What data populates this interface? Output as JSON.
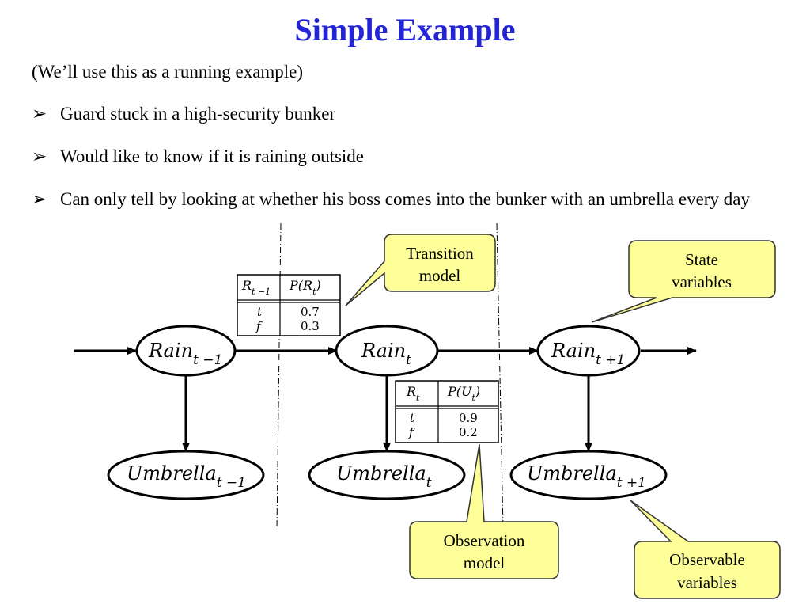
{
  "title": "Simple Example",
  "intro": "(We’ll use this as a running example)",
  "bullets": [
    "Guard stuck in a high-security bunker",
    "Would like to know if it is raining outside",
    "Can only tell by looking at whether his boss comes into the bunker with an umbrella every day"
  ],
  "nodes": {
    "rain_prev": {
      "base": "Rain",
      "sub": "t −1"
    },
    "rain_cur": {
      "base": "Rain",
      "sub": "t"
    },
    "rain_next": {
      "base": "Rain",
      "sub": "t +1"
    },
    "umb_prev": {
      "base": "Umbrella",
      "sub": "t −1"
    },
    "umb_cur": {
      "base": "Umbrella",
      "sub": "t"
    },
    "umb_next": {
      "base": "Umbrella",
      "sub": "t +1"
    }
  },
  "transition_table": {
    "headers": [
      "R",
      "t −1",
      "P(R",
      "t",
      ")"
    ],
    "rows": [
      [
        "t",
        "0.7"
      ],
      [
        "f",
        "0.3"
      ]
    ]
  },
  "observation_table": {
    "headers": [
      "R",
      "t",
      "P(U",
      "t",
      ")"
    ],
    "rows": [
      [
        "t",
        "0.9"
      ],
      [
        "f",
        "0.2"
      ]
    ]
  },
  "callouts": {
    "transition": [
      "Transition",
      "model"
    ],
    "state": [
      "State",
      "variables"
    ],
    "observation": [
      "Observation",
      "model"
    ],
    "observable": [
      "Observable",
      "variables"
    ]
  },
  "colors": {
    "title": "#2323d8",
    "callout_fill": "#ffff99",
    "callout_stroke": "#333333"
  }
}
